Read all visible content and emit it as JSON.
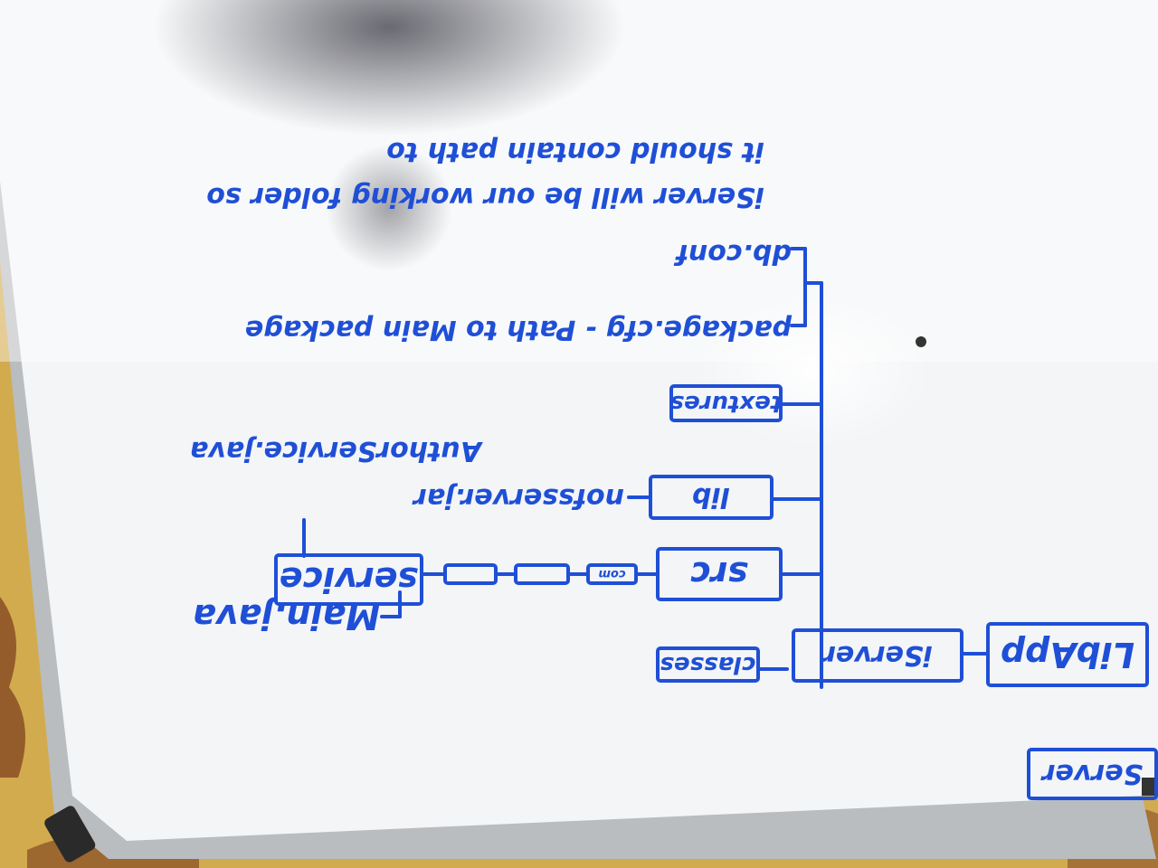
{
  "diagram": {
    "nodes": {
      "server": "Server",
      "libapp": "LibApp",
      "iserver": "iServer",
      "classes": "classes",
      "src": "src",
      "com": "com",
      "pkg1": "",
      "pkg2": "",
      "service": "service",
      "lib": "lib",
      "textures": "textures"
    },
    "files": {
      "main_java": "Main.java",
      "lib_jar": "nofsserver.jar",
      "service_java": "AuthorService.java",
      "package_cfg": "package.cfg - Path to Main package",
      "db_conf": "db.conf"
    },
    "note": {
      "line1": "iServer will be our working folder so",
      "line2": "it should contain path to"
    }
  }
}
